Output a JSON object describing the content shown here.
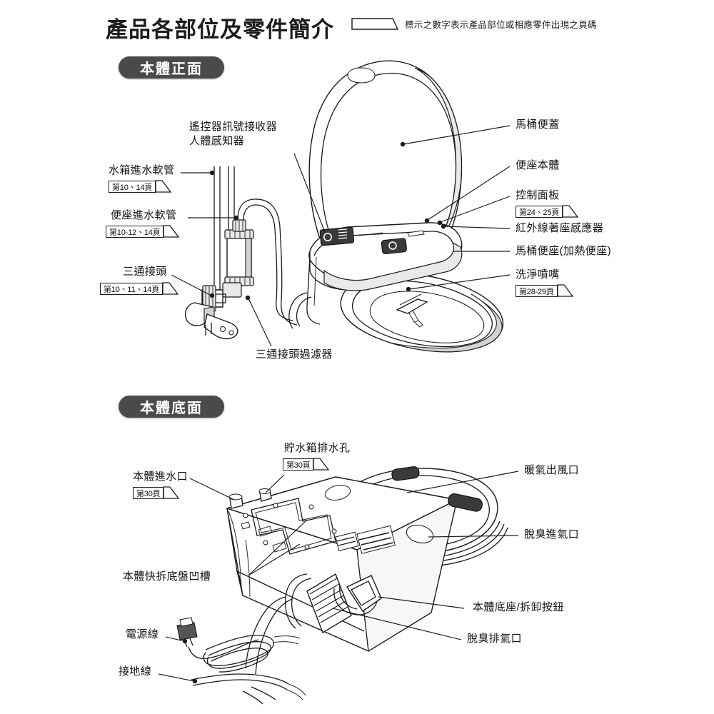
{
  "header": {
    "title": "產品各部位及零件簡介",
    "legend_note": "標示之數字表示產品部位或相應零件出現之頁碼",
    "legend_icon": "page-flag-icon"
  },
  "sections": [
    {
      "id": "front",
      "pill_label": "本體正面"
    },
    {
      "id": "bottom",
      "pill_label": "本體底面"
    }
  ],
  "front_view": {
    "labels_left": [
      {
        "name": "remote-receiver",
        "text_line1": "遙控器訊號接收器",
        "text_line2": "人體感知器",
        "page_tag": null
      },
      {
        "name": "tank-inlet-hose",
        "text_line1": "水箱進水軟管",
        "text_line2": null,
        "page_tag": "第10、14頁"
      },
      {
        "name": "seat-inlet-hose",
        "text_line1": "便座進水軟管",
        "text_line2": null,
        "page_tag": "第10-12、14頁"
      },
      {
        "name": "tee-connector",
        "text_line1": "三通接頭",
        "text_line2": null,
        "page_tag": "第10、11、14頁"
      },
      {
        "name": "tee-connector-filter",
        "text_line1": "三通接頭過濾器",
        "text_line2": null,
        "page_tag": null
      }
    ],
    "labels_right": [
      {
        "name": "toilet-lid",
        "text_line1": "馬桶便蓋",
        "page_tag": null
      },
      {
        "name": "seat-body",
        "text_line1": "便座本體",
        "page_tag": null
      },
      {
        "name": "control-panel",
        "text_line1": "控制面板",
        "page_tag": "第24、25頁"
      },
      {
        "name": "infrared-seat-sensor",
        "text_line1": "紅外線著座感應器",
        "page_tag": null
      },
      {
        "name": "heated-toilet-seat",
        "text_line1": "馬桶便座(加熱便座)",
        "page_tag": null
      },
      {
        "name": "washing-nozzle",
        "text_line1": "洗淨噴嘴",
        "page_tag": "第28-29頁"
      }
    ]
  },
  "bottom_view": {
    "labels_left": [
      {
        "name": "tank-drain-hole",
        "text_line1": "貯水箱排水孔",
        "page_tag": "第30頁"
      },
      {
        "name": "body-water-inlet",
        "text_line1": "本體進水口",
        "page_tag": "第30頁"
      },
      {
        "name": "quick-release-base-slot",
        "text_line1": "本體快拆底盤凹槽",
        "page_tag": null
      },
      {
        "name": "power-cord",
        "text_line1": "電源線",
        "page_tag": null
      },
      {
        "name": "ground-wire",
        "text_line1": "接地線",
        "page_tag": null
      }
    ],
    "labels_right": [
      {
        "name": "warm-air-outlet",
        "text_line1": "暖氣出風口",
        "page_tag": null
      },
      {
        "name": "deodorizer-air-intake",
        "text_line1": "脫臭進氣口",
        "page_tag": null
      },
      {
        "name": "base-release-button",
        "text_line1": "本體底座/拆卸按鈕",
        "page_tag": null
      },
      {
        "name": "deodorizer-exhaust",
        "text_line1": "脫臭排氣口",
        "page_tag": null
      }
    ]
  },
  "colors": {
    "ink": "#1b1b1b",
    "pill_bg": "#4a4a4a",
    "pill_text": "#ffffff",
    "paper": "#ffffff"
  }
}
